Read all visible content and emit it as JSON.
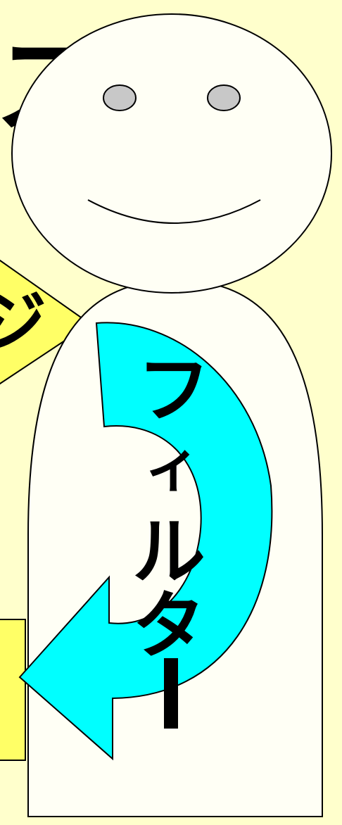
{
  "diagram": {
    "background_color": "#FFFFCC",
    "person_fill": "#FFFFF5",
    "eye_fill": "#C8C8C8",
    "arrow_fill": "#00FFFF",
    "callout_fill": "#FFFF66",
    "left_partial_text": "ス",
    "callout_partial_text": "ジ",
    "filter_label_chars": [
      "フ",
      "ィ",
      "ル",
      "タ",
      "ー"
    ]
  }
}
